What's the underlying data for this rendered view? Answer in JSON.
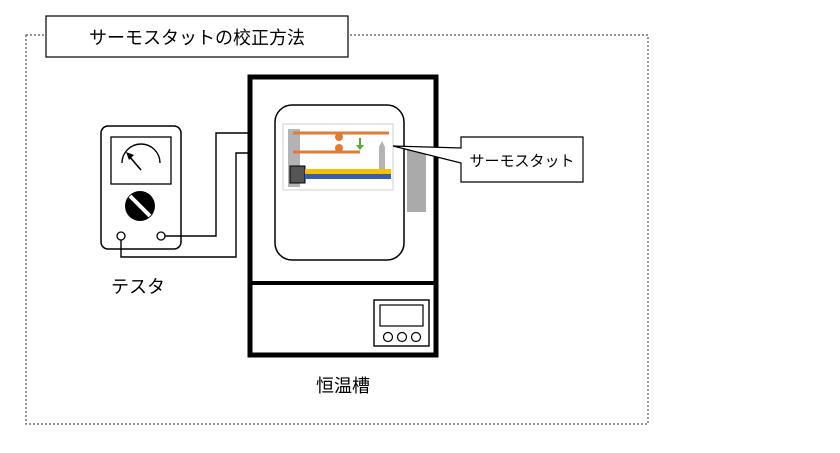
{
  "diagram": {
    "title": "サーモスタットの校正方法",
    "callout_label": "サーモスタット",
    "tester_label": "テスタ",
    "chamber_label": "恒温槽"
  },
  "colors": {
    "wire_orange": "#e07b39",
    "arrow_green": "#5aa832",
    "bimetal_yellow": "#f2c200",
    "bimetal_blue": "#3a5fa8",
    "contact_gray": "#555555",
    "post_gray": "#b3b3b3"
  },
  "icons": {
    "meter": "analog-meter-icon",
    "dial": "rotary-dial-icon",
    "thermostat": "thermostat-schematic-icon",
    "controller": "temperature-controller-icon"
  }
}
